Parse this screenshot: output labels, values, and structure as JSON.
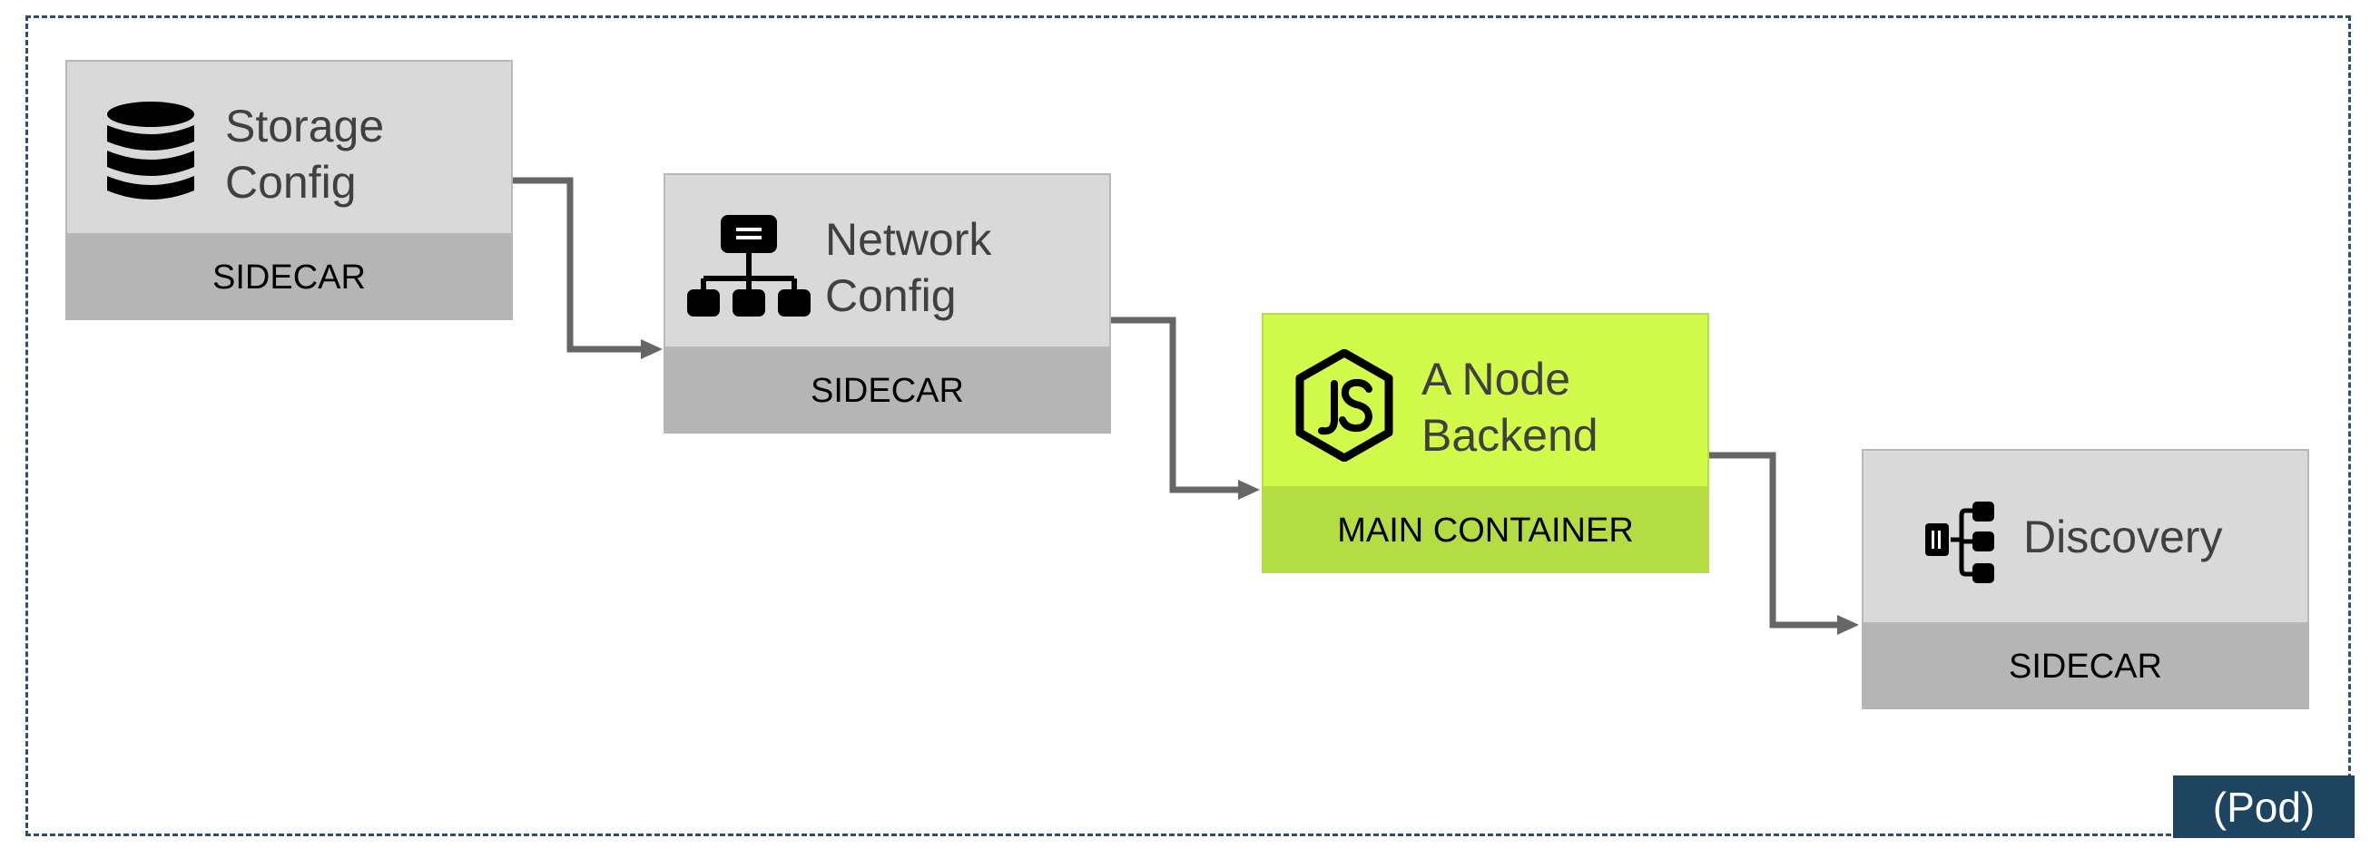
{
  "pod": {
    "label": "(Pod)"
  },
  "nodes": [
    {
      "title_line1": "Storage",
      "title_line2": "Config",
      "role": "SIDECAR",
      "icon": "database-icon"
    },
    {
      "title_line1": "Network",
      "title_line2": "Config",
      "role": "SIDECAR",
      "icon": "network-hierarchy-icon"
    },
    {
      "title_line1": "A Node",
      "title_line2": "Backend",
      "role": "MAIN CONTAINER",
      "icon": "nodejs-icon"
    },
    {
      "title_line1": "Discovery",
      "role": "SIDECAR",
      "icon": "discovery-tree-icon"
    }
  ],
  "colors": {
    "sidecar_top": "#d9d9d9",
    "sidecar_bottom": "#b5b5b5",
    "main_top": "#d1fa4b",
    "main_bottom": "#b4dc43",
    "arrow": "#666666",
    "pod_border": "#2f4f6b",
    "pod_label_bg": "#1d4560"
  }
}
